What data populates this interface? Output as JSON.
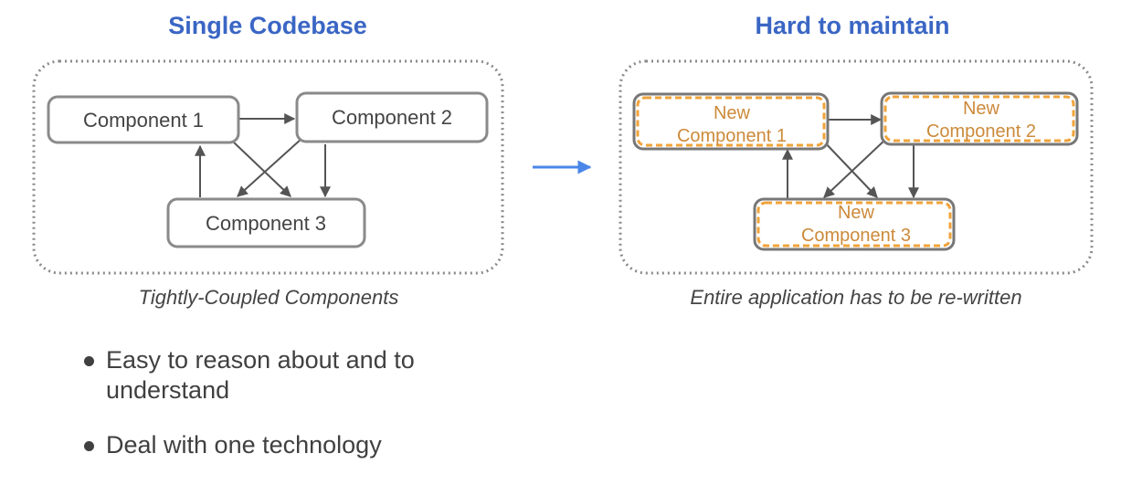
{
  "left": {
    "title": "Single Codebase",
    "caption": "Tightly-Coupled Components",
    "components": [
      "Component 1",
      "Component 2",
      "Component 3"
    ]
  },
  "right": {
    "title": "Hard to maintain",
    "caption": "Entire application has to be re-written",
    "components": [
      {
        "line1": "New",
        "line2": "Component 1"
      },
      {
        "line1": "New",
        "line2": "Component 2"
      },
      {
        "line1": "New",
        "line2": "Component 3"
      }
    ]
  },
  "bullets": [
    "Easy to reason about and to understand",
    "Deal with one technology"
  ],
  "colors": {
    "title": "#3a66c4",
    "arrow_accent": "#4a86e8",
    "new_border": "#f0a33a",
    "new_text": "#cc8a3a"
  }
}
